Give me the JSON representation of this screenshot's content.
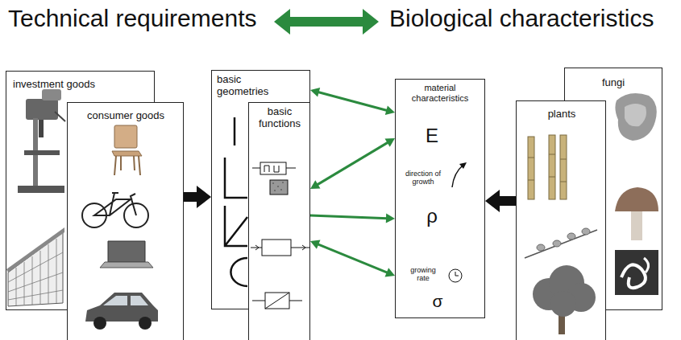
{
  "diagram": {
    "nodes": [
      {
        "text": [
          "investment goods"
        ]
      },
      {
        "text": [
          "consumer goods"
        ]
      },
      {
        "text": [
          "basic geometries"
        ]
      },
      {
        "text": [
          "basic functions"
        ]
      },
      {
        "text": [
          "material characteristics",
          "E",
          "direction of growth",
          "ρ",
          "growing rate",
          "σ"
        ]
      },
      {
        "text": [
          "fungi"
        ]
      },
      {
        "text": [
          "plants"
        ]
      }
    ],
    "edges": [
      {
        "from": 2,
        "to": 4,
        "arrow": "both"
      },
      {
        "from": 3,
        "to": 4,
        "arrow": "both"
      },
      {
        "from": 3,
        "to": 4,
        "arrow": "to"
      },
      {
        "from": 3,
        "to": 4,
        "arrow": "both"
      },
      {
        "from": 1,
        "to": 2,
        "arrow": "to"
      },
      {
        "from": 6,
        "to": 4,
        "arrow": "to"
      }
    ],
    "labels": [
      "Technical requirements",
      "Biological characteristics"
    ]
  }
}
